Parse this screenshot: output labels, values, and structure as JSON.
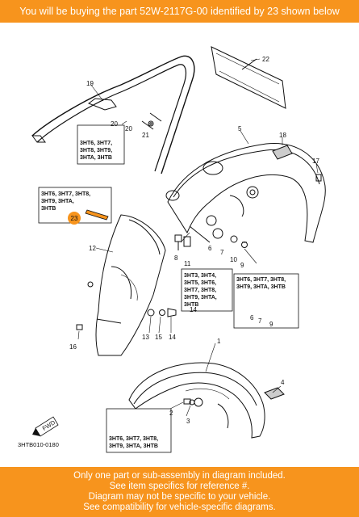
{
  "banner": {
    "top_text": "You will be buying the part 52W-2117G-00 identified by 23 shown below",
    "bottom_lines": [
      "Only one part or sub-assembly in diagram included.",
      "See item specifics for reference #.",
      "Diagram may not be specific to your vehicle.",
      "See compatibility for vehicle-specific diagrams."
    ]
  },
  "diagram": {
    "ref_code": "3HTB010-0180",
    "fwd_label": "FWD",
    "highlight_color": "#f7941d",
    "highlighted_part": "23",
    "callouts": [
      "1",
      "2",
      "3",
      "4",
      "5",
      "6",
      "7",
      "8",
      "9",
      "10",
      "11",
      "12",
      "13",
      "14",
      "15",
      "16",
      "17",
      "18",
      "19",
      "20",
      "21",
      "22",
      "23"
    ],
    "codeboxes": {
      "box_19": [
        "3HT6, 3HT7,",
        "3HT8, 3HT9,",
        "3HTA, 3HTB"
      ],
      "box_23": [
        "3HT6, 3HT7, 3HT8,",
        "3HT9, 3HTA,",
        "3HTB"
      ],
      "box_mid": [
        "3HT3, 3HT4,",
        "3HT5, 3HT6,",
        "3HT7, 3HT8,",
        "3HT9, 3HTA,",
        "3HTB"
      ],
      "box_right": [
        "3HT6, 3HT7, 3HT8,",
        "3HT9, 3HTA, 3HTB"
      ],
      "box_bottom": [
        "3HT6, 3HT7, 3HT8,",
        "3HT9, 3HTA, 3HTB"
      ]
    }
  }
}
